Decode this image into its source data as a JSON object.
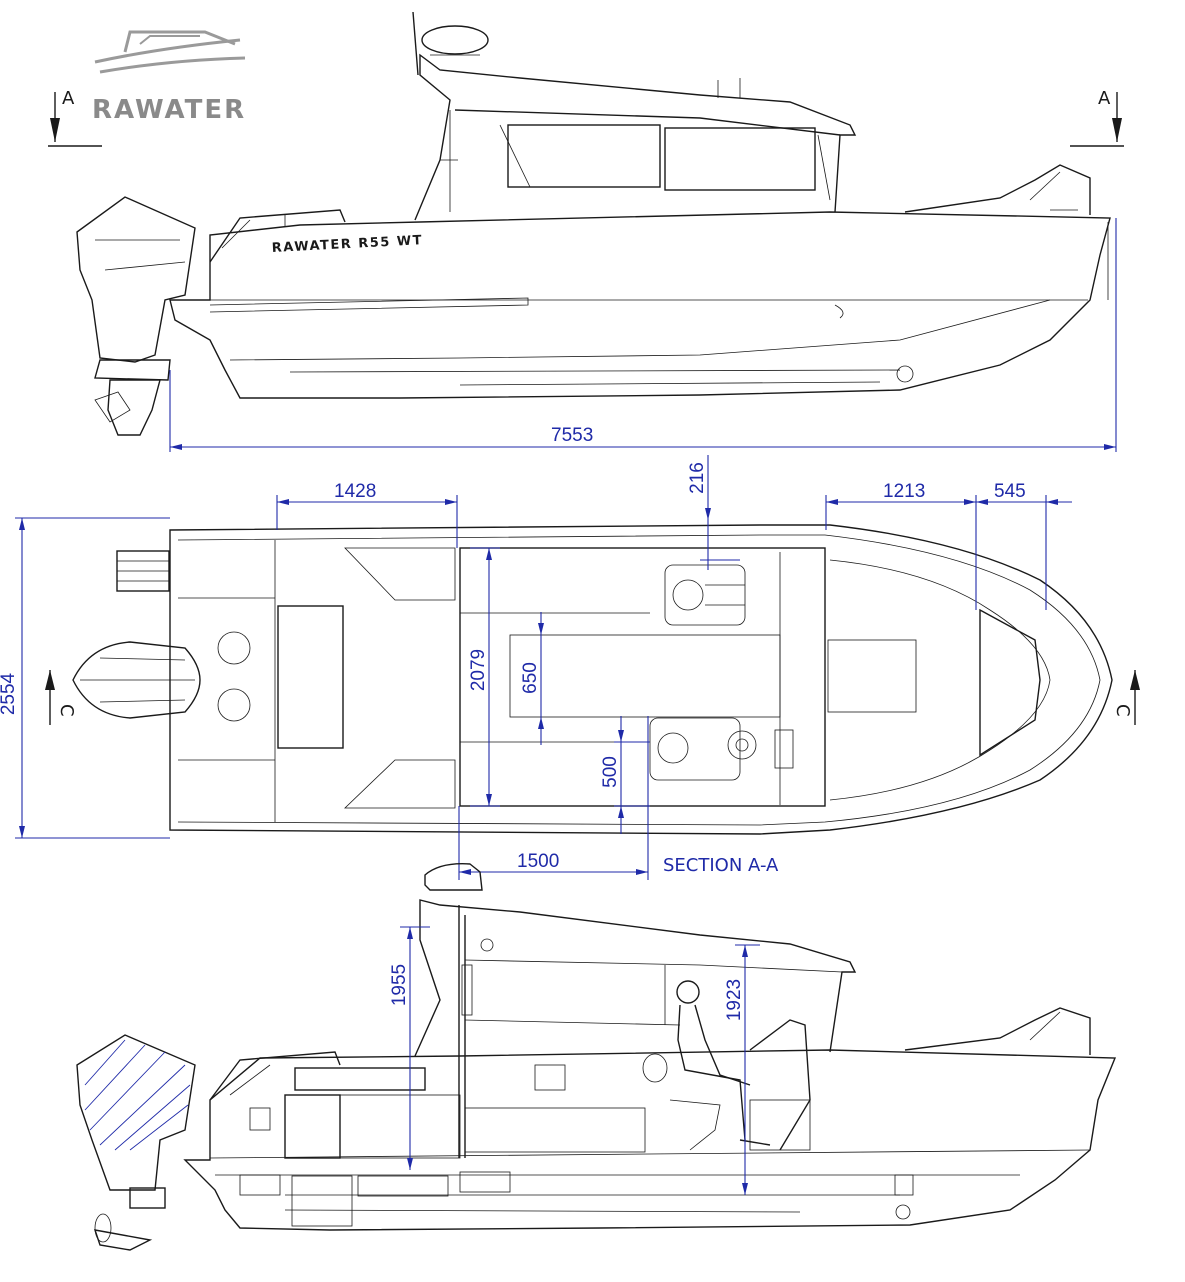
{
  "logo": {
    "text": "RAWATER"
  },
  "hull_label": "RAWATER R55 WT",
  "section_label": "SECTION A-A",
  "section_markers": {
    "a_left": "A",
    "a_right": "A",
    "c_left": "C",
    "c_right": "C"
  },
  "dimensions": {
    "overall_length": "7553",
    "beam": "2554",
    "aft_deck": "1428",
    "seat_offset": "216",
    "fore_a": "1213",
    "fore_b": "545",
    "cabin_width": "2079",
    "aisle": "650",
    "seat_gap": "500",
    "cabin_length": "1500",
    "roof_height_aft": "1955",
    "roof_height_helm": "1923"
  },
  "colors": {
    "drawing": "#1a1a1a",
    "dimension": "#1f2aa8",
    "logo": "#8a8a8a"
  }
}
